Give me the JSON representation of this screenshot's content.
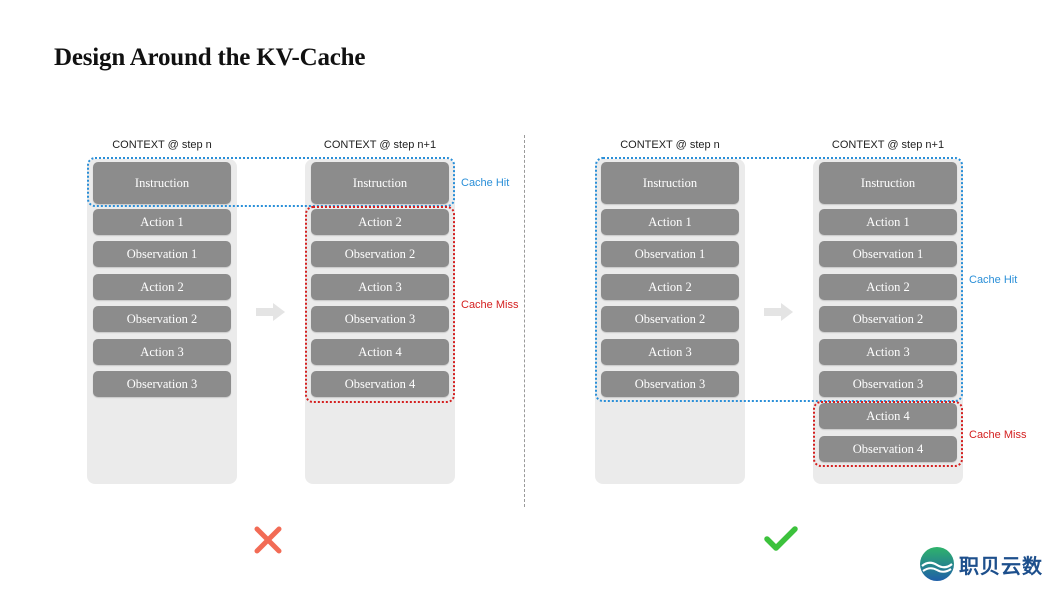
{
  "title": "Design Around the KV-Cache",
  "left_panel": {
    "columns": [
      {
        "label": "CONTEXT @ step n",
        "instruction": "Instruction",
        "blocks": [
          "Action 1",
          "Observation 1",
          "Action 2",
          "Observation 2",
          "Action 3",
          "Observation 3"
        ]
      },
      {
        "label": "CONTEXT @ step n+1",
        "instruction": "Instruction",
        "blocks": [
          "Action 2",
          "Observation 2",
          "Action 3",
          "Observation 3",
          "Action 4",
          "Observation 4"
        ]
      }
    ],
    "cache_hit_label": "Cache Hit",
    "cache_miss_label": "Cache Miss",
    "verdict": "cross-icon"
  },
  "right_panel": {
    "columns": [
      {
        "label": "CONTEXT @ step n",
        "instruction": "Instruction",
        "blocks": [
          "Action 1",
          "Observation 1",
          "Action 2",
          "Observation 2",
          "Action 3",
          "Observation 3"
        ]
      },
      {
        "label": "CONTEXT @ step n+1",
        "instruction": "Instruction",
        "blocks": [
          "Action 1",
          "Observation 1",
          "Action 2",
          "Observation 2",
          "Action 3",
          "Observation 3",
          "Action 4",
          "Observation 4"
        ]
      }
    ],
    "cache_hit_label": "Cache Hit",
    "cache_miss_label": "Cache Miss",
    "verdict": "check-icon"
  },
  "logo": {
    "text": "职贝云数"
  },
  "colors": {
    "cache_hit": "#2a8fd8",
    "cache_miss": "#d42020",
    "block": "#8c8c8c",
    "column_bg": "#ebebeb",
    "cross": "#f26b55",
    "check": "#3cc23c"
  }
}
